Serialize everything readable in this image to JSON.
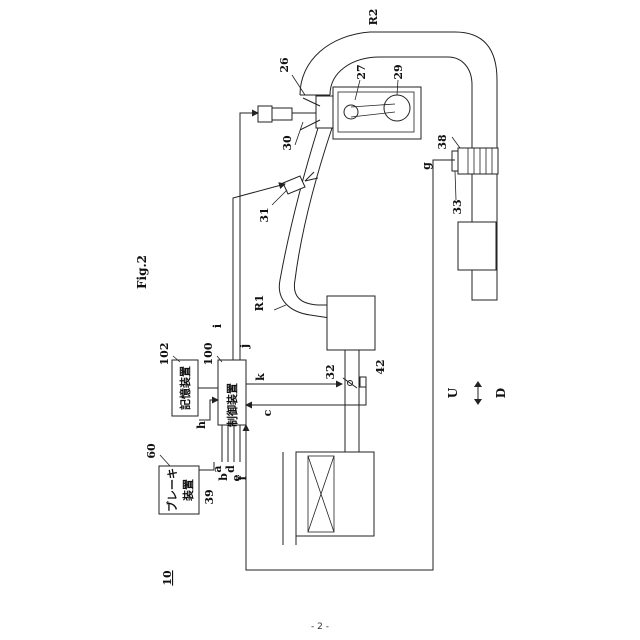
{
  "figure_label": "Fig.2",
  "system_ref": "10",
  "page_number": "- 2 -",
  "blocks": {
    "control_device": "制御装置",
    "storage_device": "記憶装置",
    "brake_device_line1": "ブレーキ",
    "brake_device_line2": "装置"
  },
  "refs": {
    "r100": "100",
    "r102": "102",
    "r60": "60",
    "r39": "39",
    "r26": "26",
    "r27": "27",
    "r29": "29",
    "r30": "30",
    "r31": "31",
    "r32": "32",
    "r33": "33",
    "r38": "38",
    "r42": "42",
    "R1": "R1",
    "R2": "R2"
  },
  "signals": {
    "a": "a",
    "b": "b",
    "c": "c",
    "d": "d",
    "e": "e",
    "f": "f",
    "g": "g",
    "h": "h",
    "i": "i",
    "j": "j",
    "k": "k"
  },
  "direction": {
    "up": "U",
    "down": "D"
  }
}
